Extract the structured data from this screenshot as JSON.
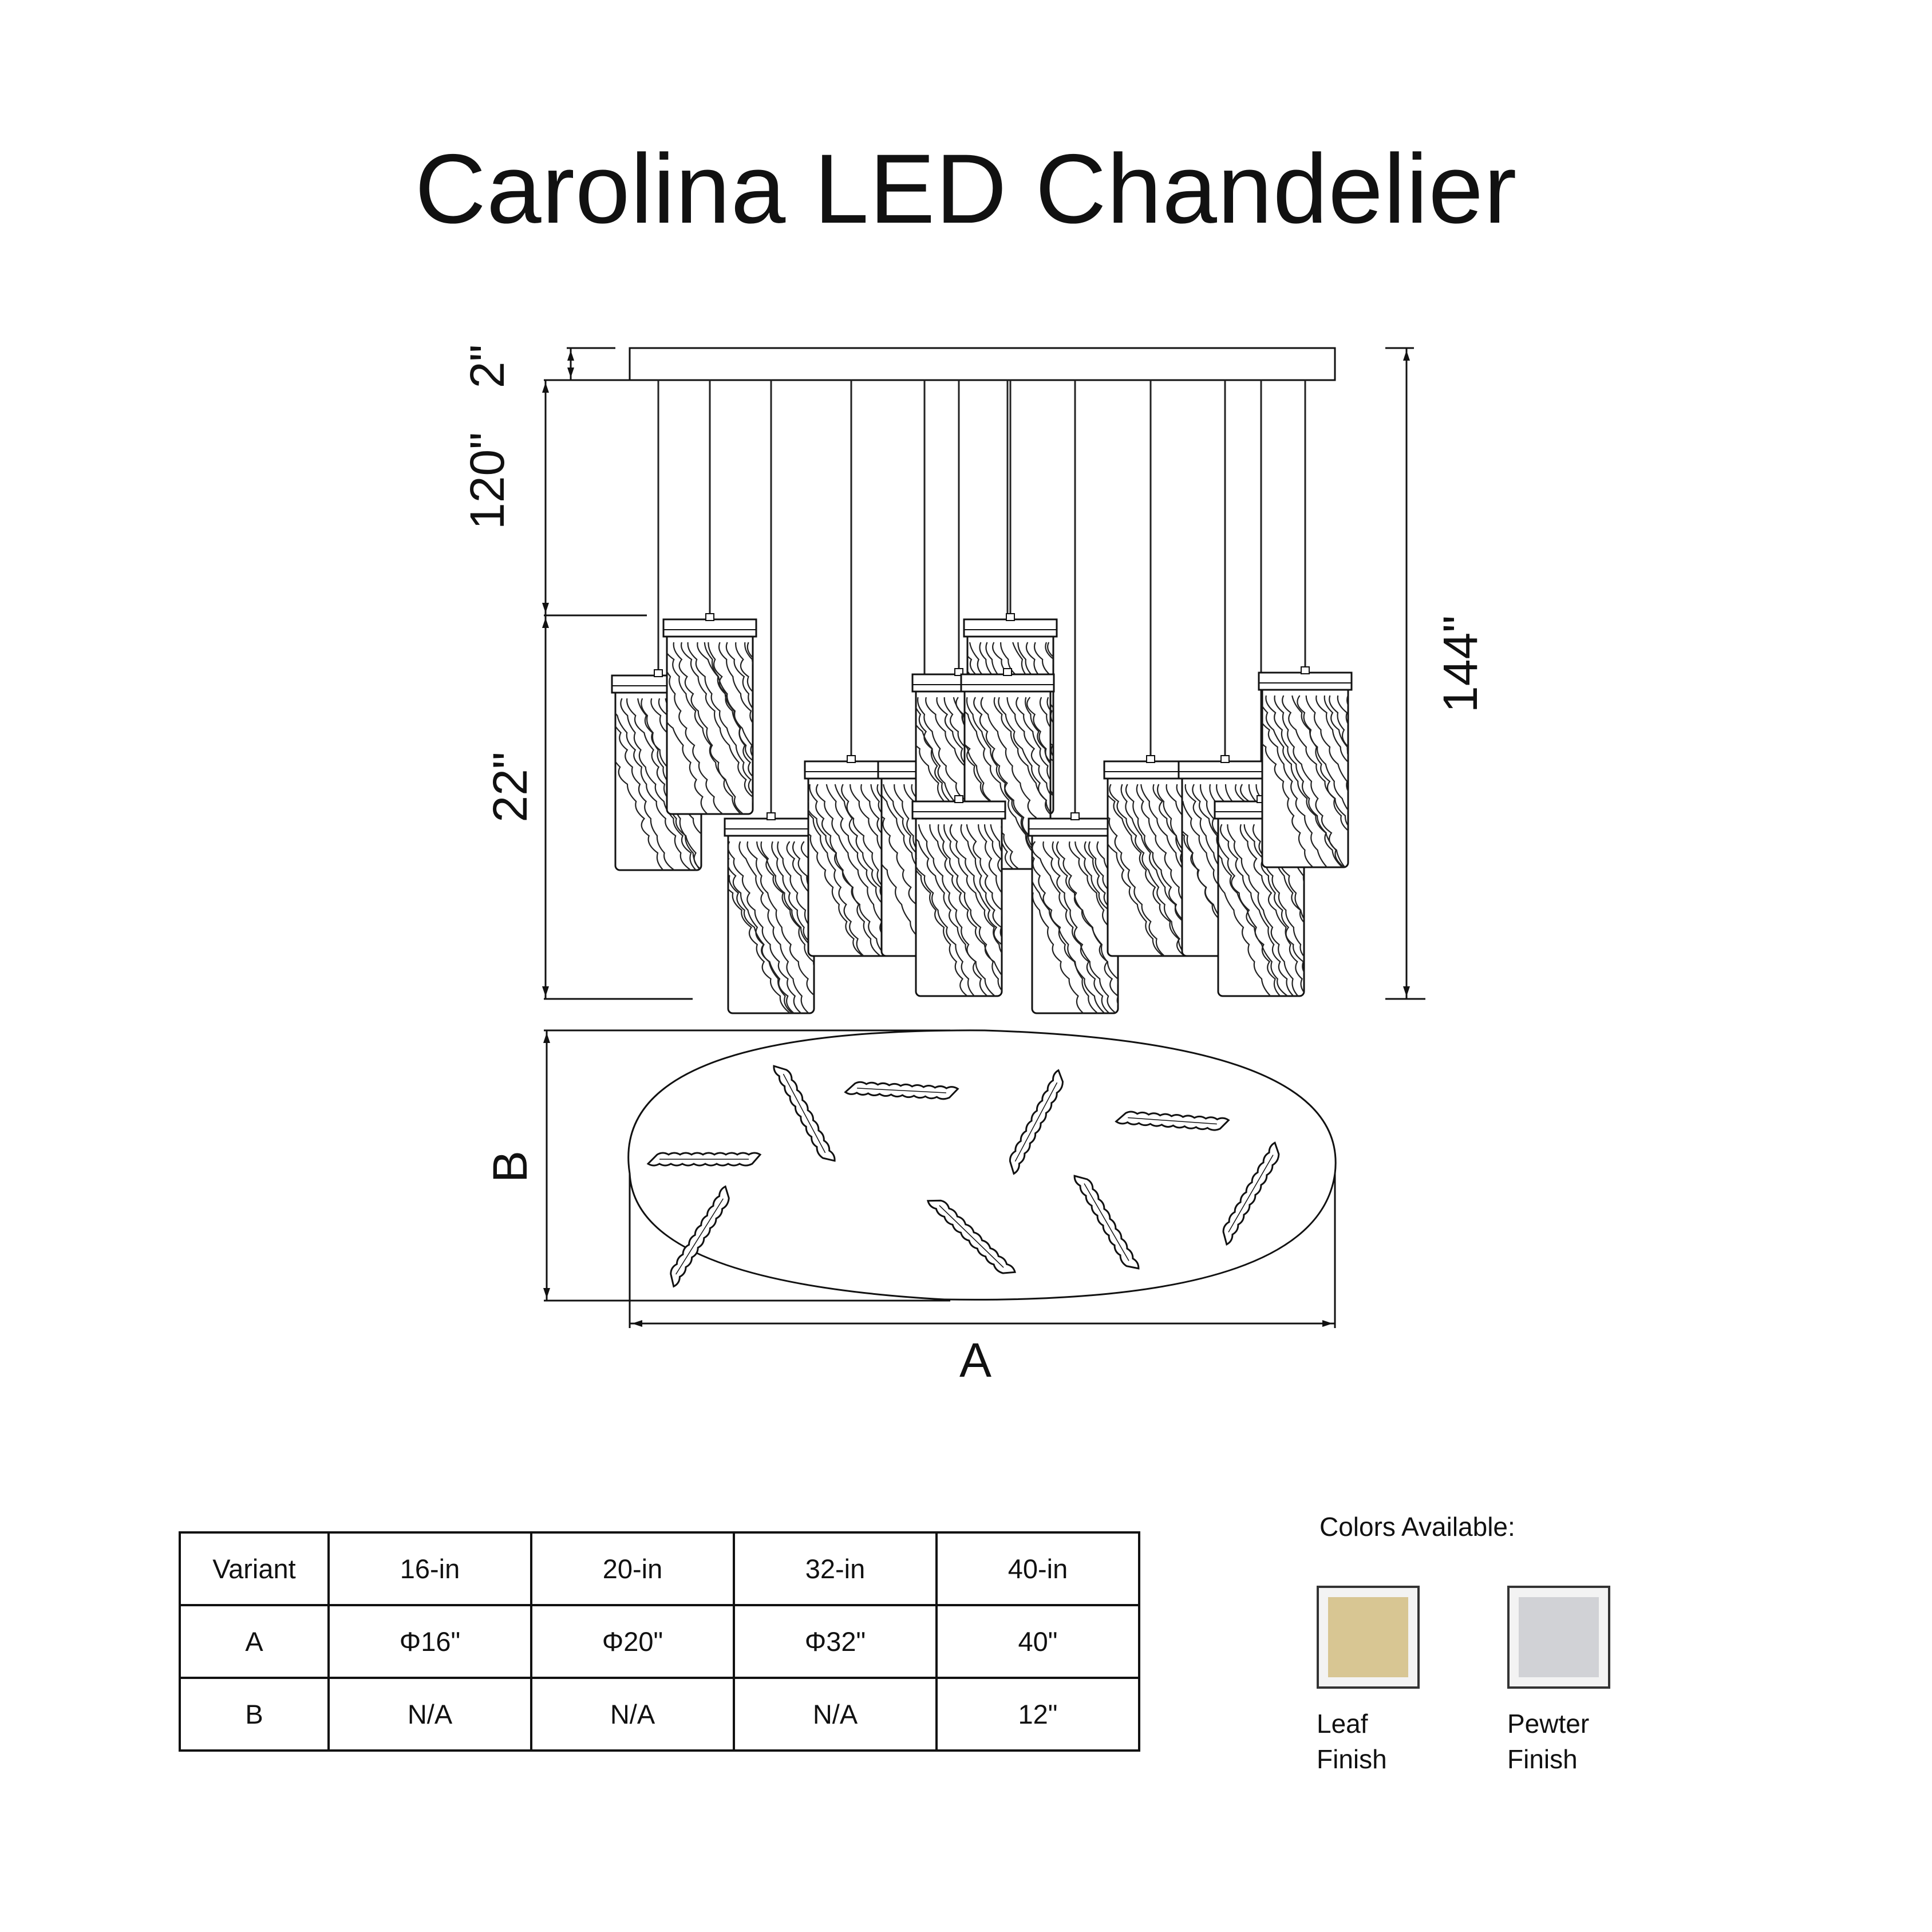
{
  "title": "Carolina LED Chandelier",
  "dimensions": {
    "canopy_height": "2\"",
    "cable_length": "120\"",
    "pendant_height": "22\"",
    "overall_height": "144\"",
    "width_label": "A",
    "depth_label": "B"
  },
  "table": {
    "header": [
      "Variant",
      "16-in",
      "20-in",
      "32-in",
      "40-in"
    ],
    "rows": [
      [
        "A",
        "Φ16\"",
        "Φ20\"",
        "Φ32\"",
        "40\""
      ],
      [
        "B",
        "N/A",
        "N/A",
        "N/A",
        "12\""
      ]
    ]
  },
  "colors": {
    "heading": "Colors Available:",
    "options": [
      {
        "label": "Leaf\nFinish",
        "color": "#d8c693"
      },
      {
        "label": "Pewter\nFinish",
        "color": "#d1d2d6"
      }
    ]
  }
}
